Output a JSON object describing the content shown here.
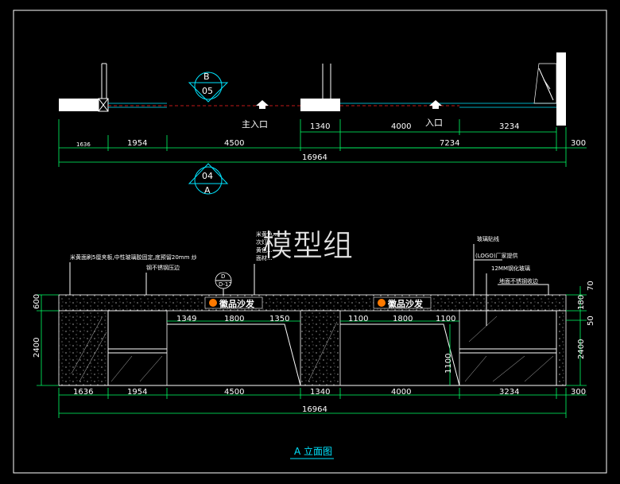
{
  "colors": {
    "background": "#000000",
    "line": "#ffffff",
    "dimension": "#00ff66",
    "accent": "#00e5ff",
    "section_line": "#ff2020"
  },
  "plan": {
    "labels": [
      "主入口",
      "入口"
    ],
    "small_dim": "1636",
    "dims_row": [
      "1954",
      "4500",
      "1340",
      "4000",
      "3234"
    ],
    "dims_row2": [
      "7234",
      "300"
    ],
    "total": "16964"
  },
  "markers": {
    "top": {
      "letter": "B",
      "number": "05"
    },
    "bottom": {
      "number": "04",
      "letter": "A"
    },
    "small": {
      "top": "D",
      "bottom": "D-17"
    }
  },
  "watermark": "模型组",
  "elevation": {
    "brand": "徽品沙发",
    "notes_left": [
      "米黄面刷5厘夹板,中性玻璃胶固定,底预留20mm 炒",
      "钢不锈钢压边"
    ],
    "notes_center": [
      "米黄色...",
      "次灯...",
      "黄色...",
      "面材..."
    ],
    "notes_right": [
      "玻璃贴线",
      "(LOGO)厂家提供",
      "12MM钢化玻璃",
      "地面不锈钢收边"
    ],
    "inner_dims": [
      "1349",
      "1800",
      "1350",
      "1100",
      "1800",
      "1100"
    ],
    "dims_row": [
      "1636",
      "1954",
      "4500",
      "1340",
      "4000",
      "3234",
      "300"
    ],
    "total": "16964",
    "left_vertical": [
      "600",
      "2400"
    ],
    "right_vertical": [
      "70",
      "180",
      "50",
      "2400"
    ],
    "inner_vertical": "1100"
  },
  "title": "A 立面图"
}
